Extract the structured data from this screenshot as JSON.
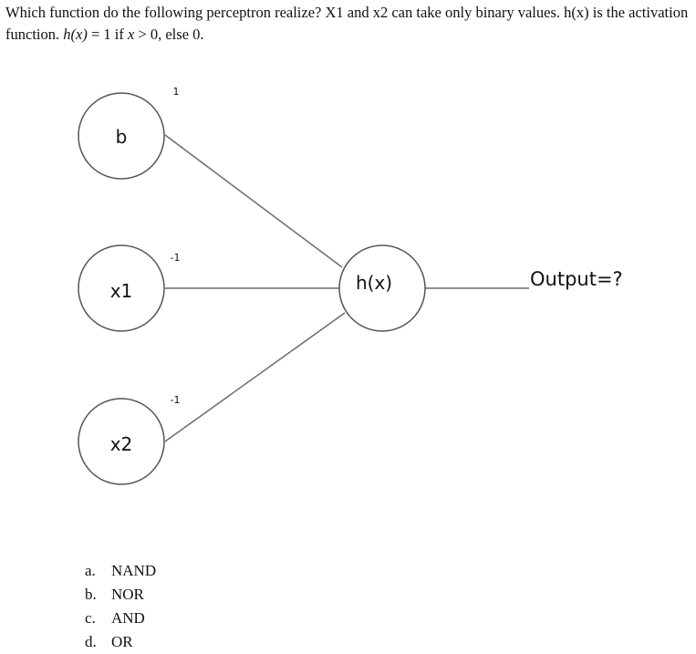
{
  "question": {
    "part1": "Which function do the following perceptron realize? X1 and x2 can take only binary values. h(x) is the activation function. ",
    "math_hx": "h(x)",
    "math_eq": " = 1 if ",
    "math_x": "x",
    "math_gt": " > 0",
    "part2": ", else 0."
  },
  "diagram": {
    "inputs": [
      {
        "label": "b",
        "weight": "1"
      },
      {
        "label": "x1",
        "weight": "-1"
      },
      {
        "label": "x2",
        "weight": "-1"
      }
    ],
    "neuron": {
      "label": "h(x)"
    },
    "output": {
      "label": "Output=?"
    }
  },
  "options": [
    {
      "letter": "a.",
      "text": "NAND"
    },
    {
      "letter": "b.",
      "text": "NOR"
    },
    {
      "letter": "c.",
      "text": "AND"
    },
    {
      "letter": "d.",
      "text": "OR"
    }
  ]
}
